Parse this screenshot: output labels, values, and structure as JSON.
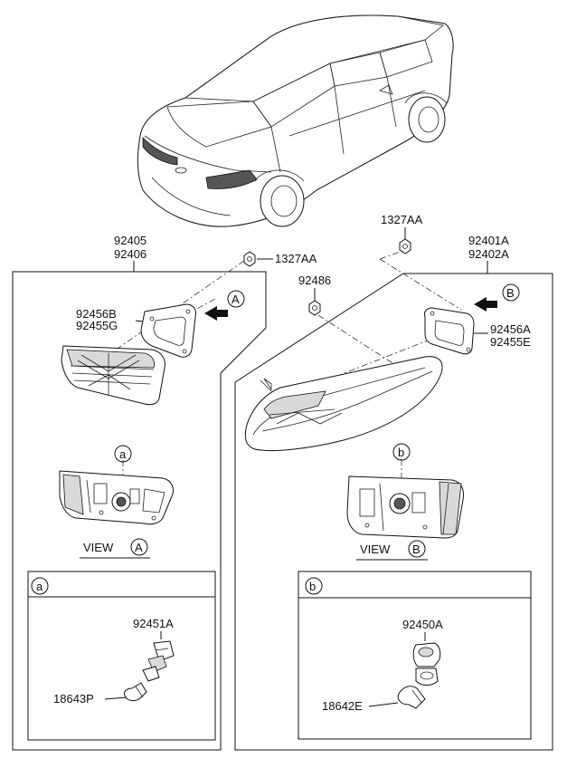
{
  "labels": {
    "left_assy_1": "92405",
    "left_assy_2": "92406",
    "right_assy_1": "92401A",
    "right_assy_2": "92402A",
    "nut_left": "1327AA",
    "nut_top": "1327AA",
    "bracket_nut": "92486",
    "gasket_left_1": "92456B",
    "gasket_left_2": "92455G",
    "gasket_right_1": "92456A",
    "gasket_right_2": "92455E",
    "callout_a": "a",
    "callout_b": "b",
    "view_a_text": "VIEW",
    "view_a_letter": "A",
    "view_b_text": "VIEW",
    "view_b_letter": "B",
    "arrow_a_letter": "A",
    "arrow_b_letter": "B",
    "box_a_tag": "a",
    "box_b_tag": "b",
    "socket_a": "92451A",
    "bulb_a": "18643P",
    "socket_b": "92450A",
    "bulb_b": "18642E"
  }
}
